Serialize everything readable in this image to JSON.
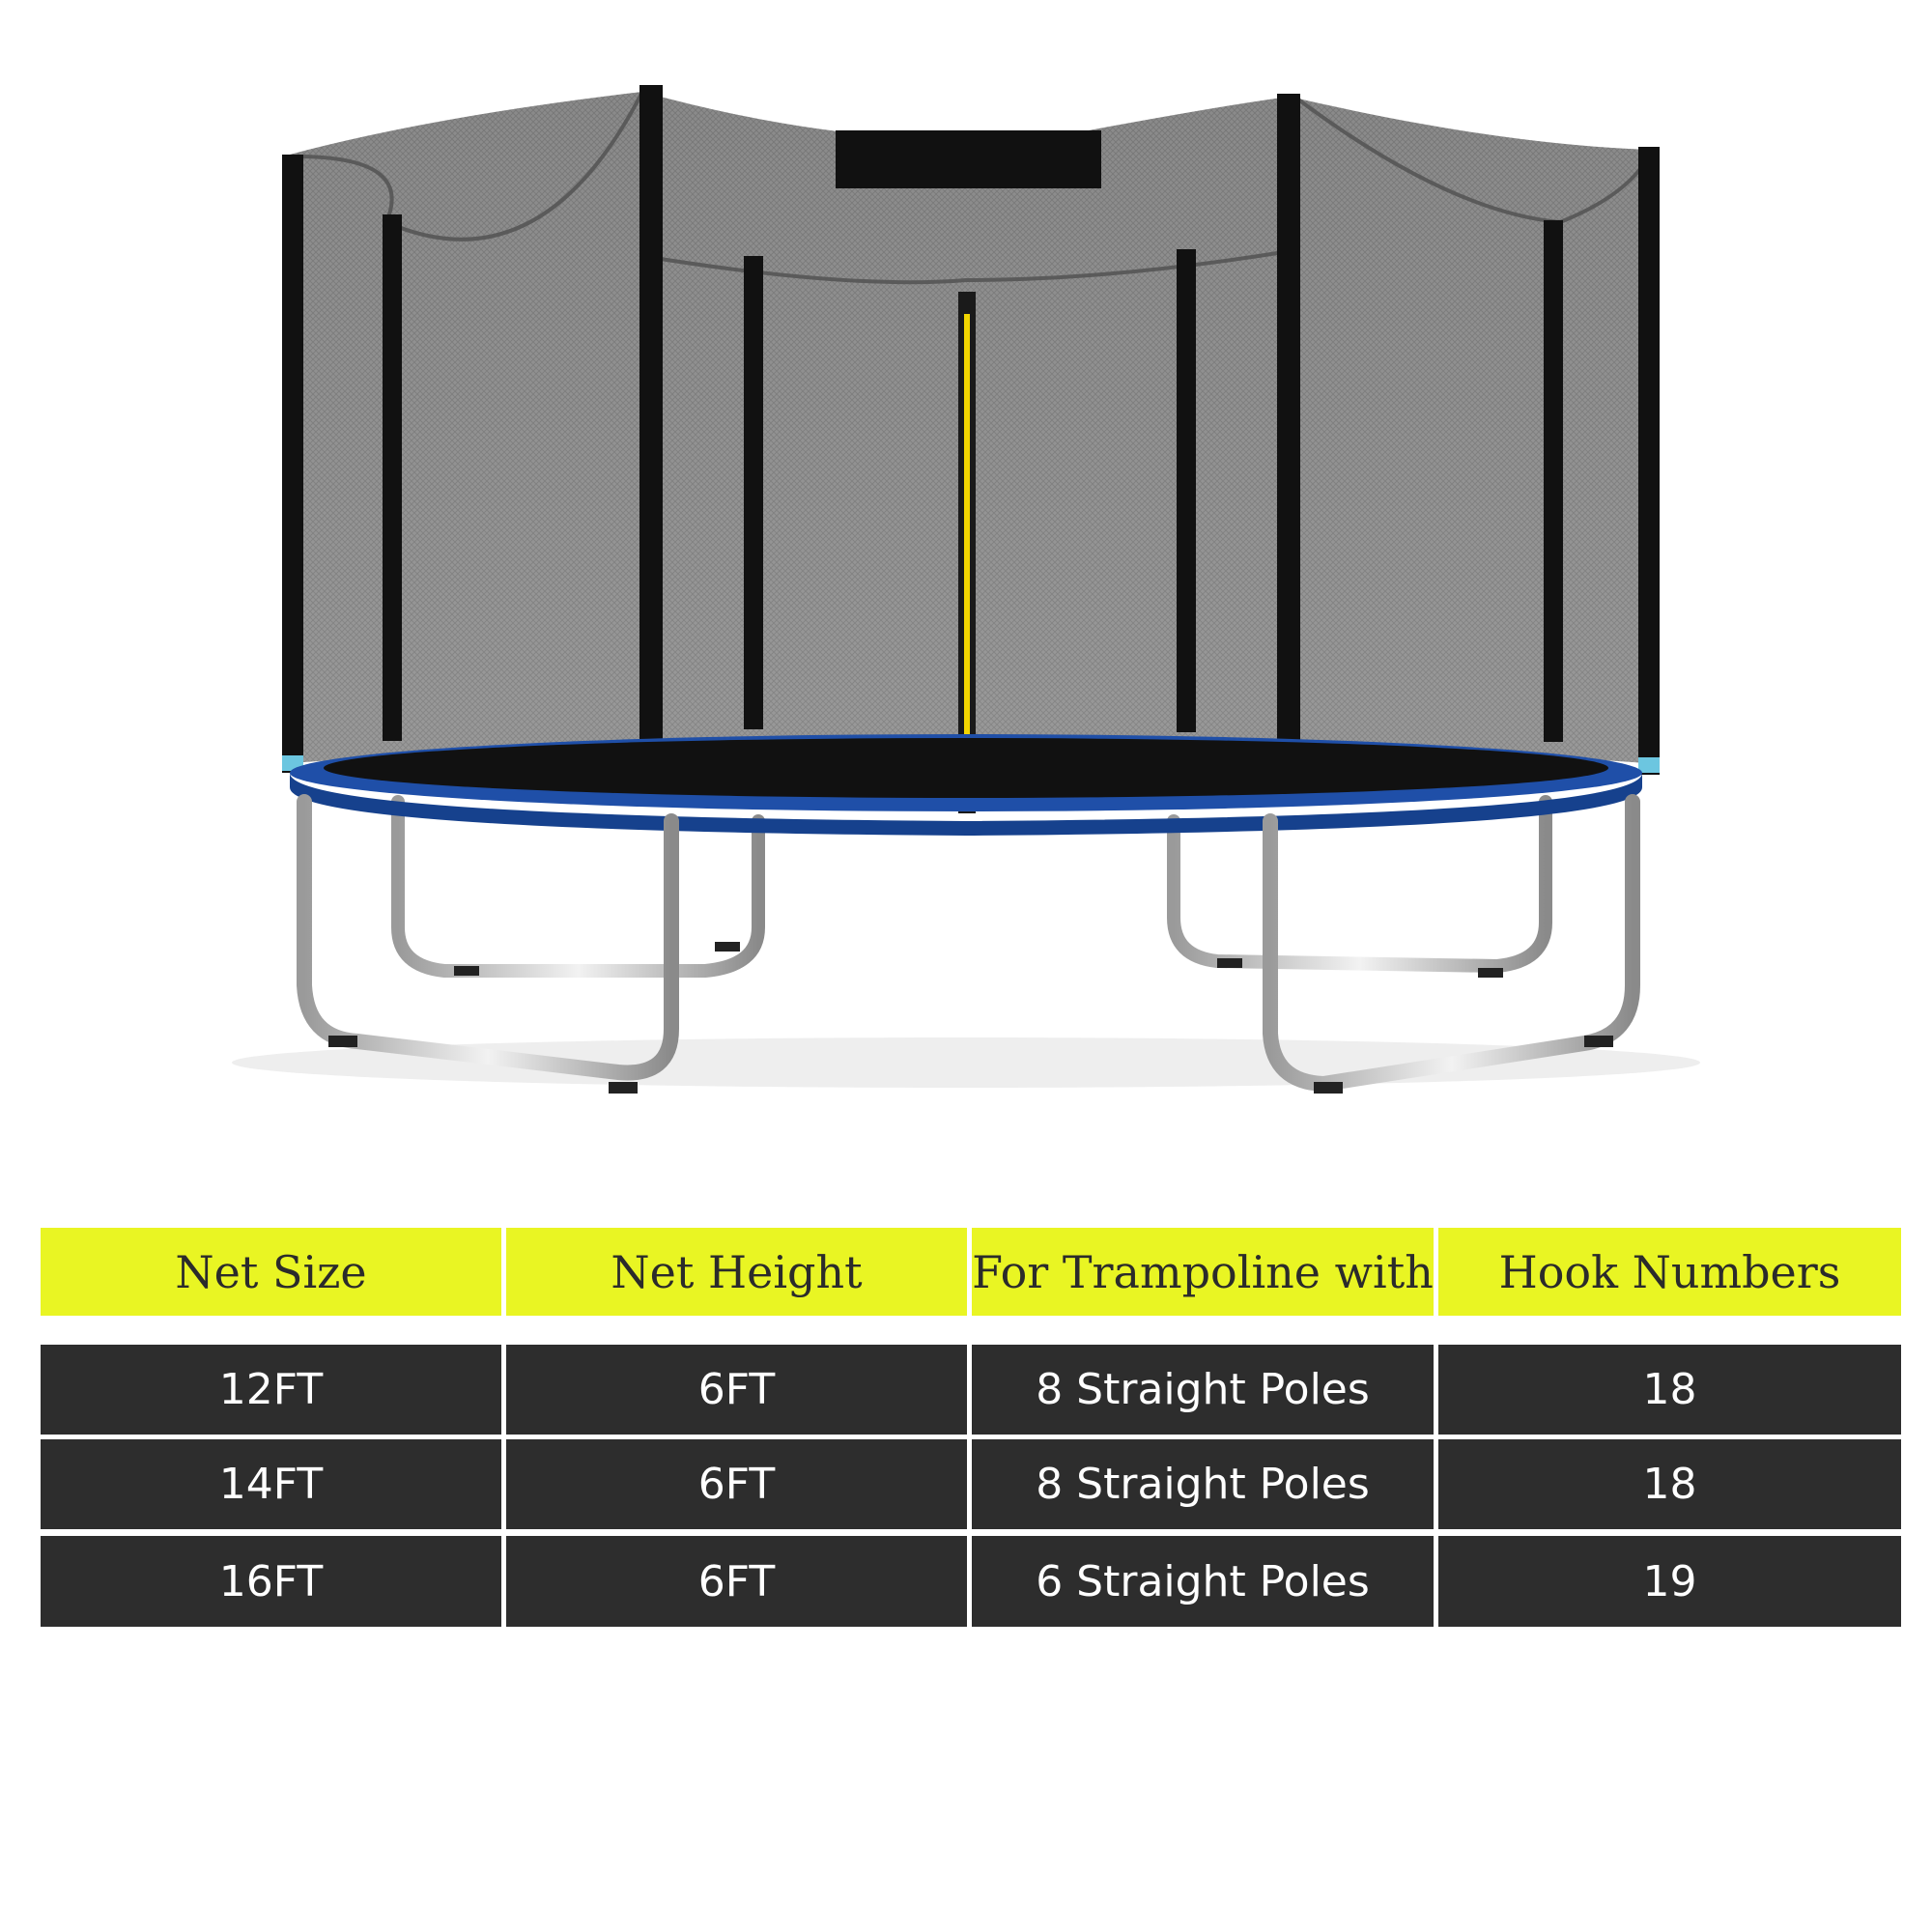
{
  "table": {
    "headers": [
      "Net Size",
      "Net Height",
      "For Trampoline with",
      "Hook Numbers"
    ],
    "rows": [
      [
        "12FT",
        "6FT",
        "8 Straight Poles",
        "18"
      ],
      [
        "14FT",
        "6FT",
        "8 Straight Poles",
        "18"
      ],
      [
        "16FT",
        "6FT",
        "6 Straight Poles",
        "19"
      ]
    ]
  },
  "colors": {
    "header_bg": "#e9f523",
    "row_bg": "#2d2d2d",
    "mat_rim": "#1f4fa8",
    "zipper": "#f2d500",
    "net": "#1c1c1c"
  },
  "icons": [
    "trampoline-illustration"
  ]
}
